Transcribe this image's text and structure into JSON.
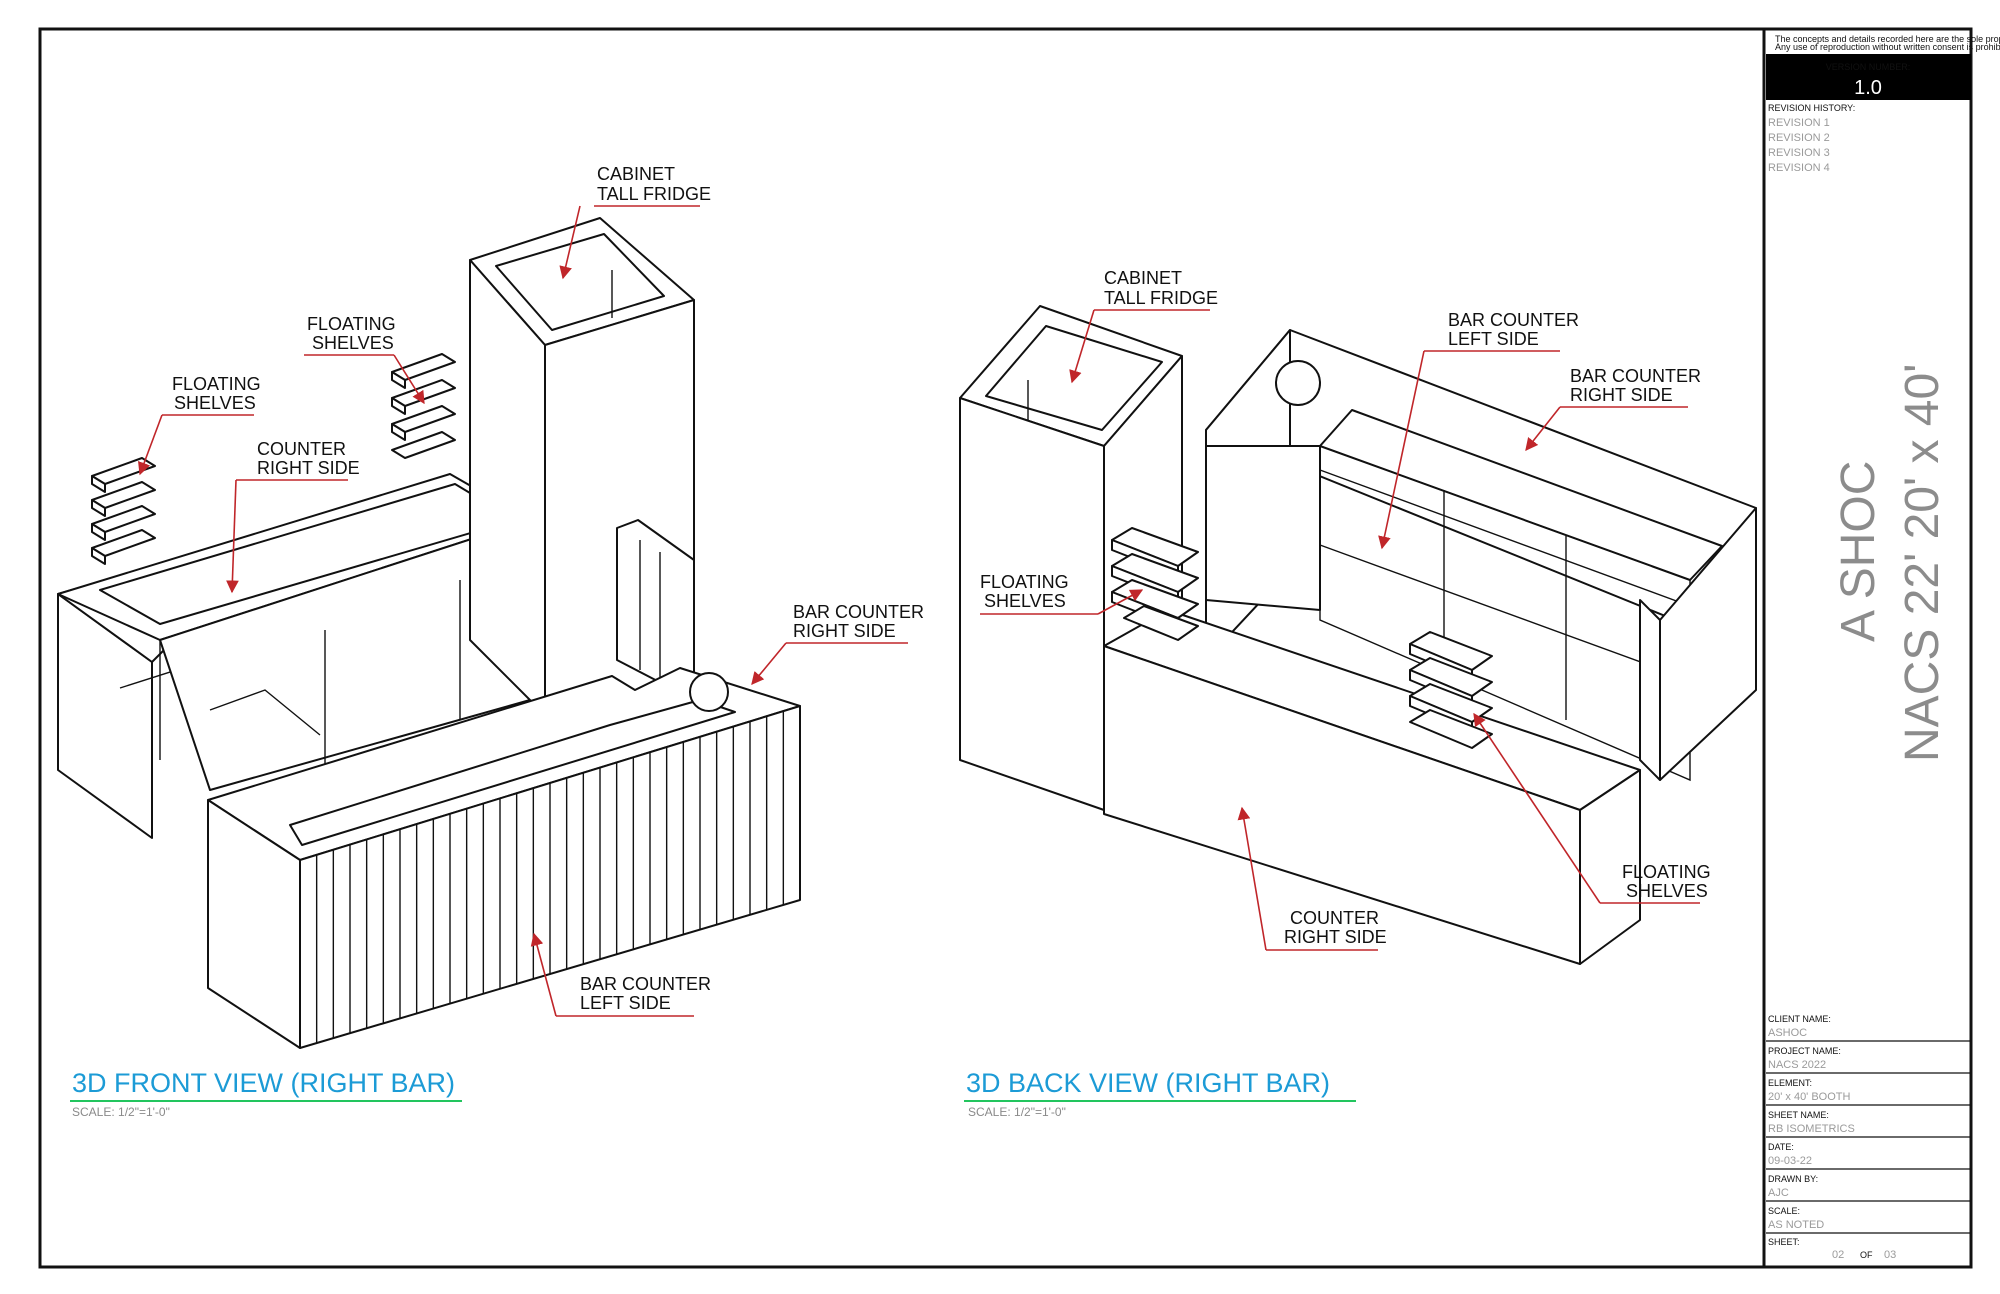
{
  "front_view": {
    "title": "3D FRONT VIEW (RIGHT BAR)",
    "scale": "SCALE: 1/2\"=1'-0\"",
    "labels": {
      "cabinet": [
        "CABINET",
        "TALL FRIDGE"
      ],
      "floating_shelves_upper": [
        "FLOATING",
        "SHELVES"
      ],
      "floating_shelves_left": [
        "FLOATING",
        "SHELVES"
      ],
      "counter_right": [
        "COUNTER",
        "RIGHT SIDE"
      ],
      "bar_counter_right": [
        "BAR COUNTER",
        "RIGHT SIDE"
      ],
      "bar_counter_left": [
        "BAR COUNTER",
        "LEFT SIDE"
      ]
    }
  },
  "back_view": {
    "title": "3D BACK VIEW (RIGHT BAR)",
    "scale": "SCALE: 1/2\"=1'-0\"",
    "labels": {
      "cabinet": [
        "CABINET",
        "TALL FRIDGE"
      ],
      "bar_counter_left": [
        "BAR COUNTER",
        "LEFT SIDE"
      ],
      "bar_counter_right": [
        "BAR COUNTER",
        "RIGHT SIDE"
      ],
      "floating_shelves_left": [
        "FLOATING",
        "SHELVES"
      ],
      "floating_shelves_right": [
        "FLOATING",
        "SHELVES"
      ],
      "counter_right": [
        "COUNTER",
        "RIGHT SIDE"
      ]
    }
  },
  "title_block": {
    "disclaimer": [
      "The concepts and details recorded here are the sole property of PSC",
      "Any use of reproduction without written consent is prohibited"
    ],
    "version_label": "VERSION NUMBER:",
    "version_value": "1.0",
    "revision_history_label": "REVISION HISTORY:",
    "revisions": [
      "REVISION 1",
      "REVISION 2",
      "REVISION 3",
      "REVISION 4"
    ],
    "project_line_1": "A SHOC",
    "project_line_2": "NACS 22' 20' x 40'",
    "fields": [
      {
        "label": "CLIENT NAME:",
        "value": "ASHOC"
      },
      {
        "label": "PROJECT NAME:",
        "value": "NACS 2022"
      },
      {
        "label": "ELEMENT:",
        "value": "20' x 40' BOOTH"
      },
      {
        "label": "SHEET NAME:",
        "value": "RB ISOMETRICS"
      },
      {
        "label": "DATE:",
        "value": "09-03-22"
      },
      {
        "label": "DRAWN BY:",
        "value": "AJC"
      },
      {
        "label": "SCALE:",
        "value": "AS NOTED"
      }
    ],
    "sheet_label": "SHEET:",
    "sheet_number": "02",
    "sheet_of": "OF",
    "sheet_total": "03"
  },
  "colors": {
    "leader": "#c0262a",
    "view_title": "#1c9bd6",
    "view_title_underline": "#22c55e",
    "title_block_fill": "#000000"
  }
}
